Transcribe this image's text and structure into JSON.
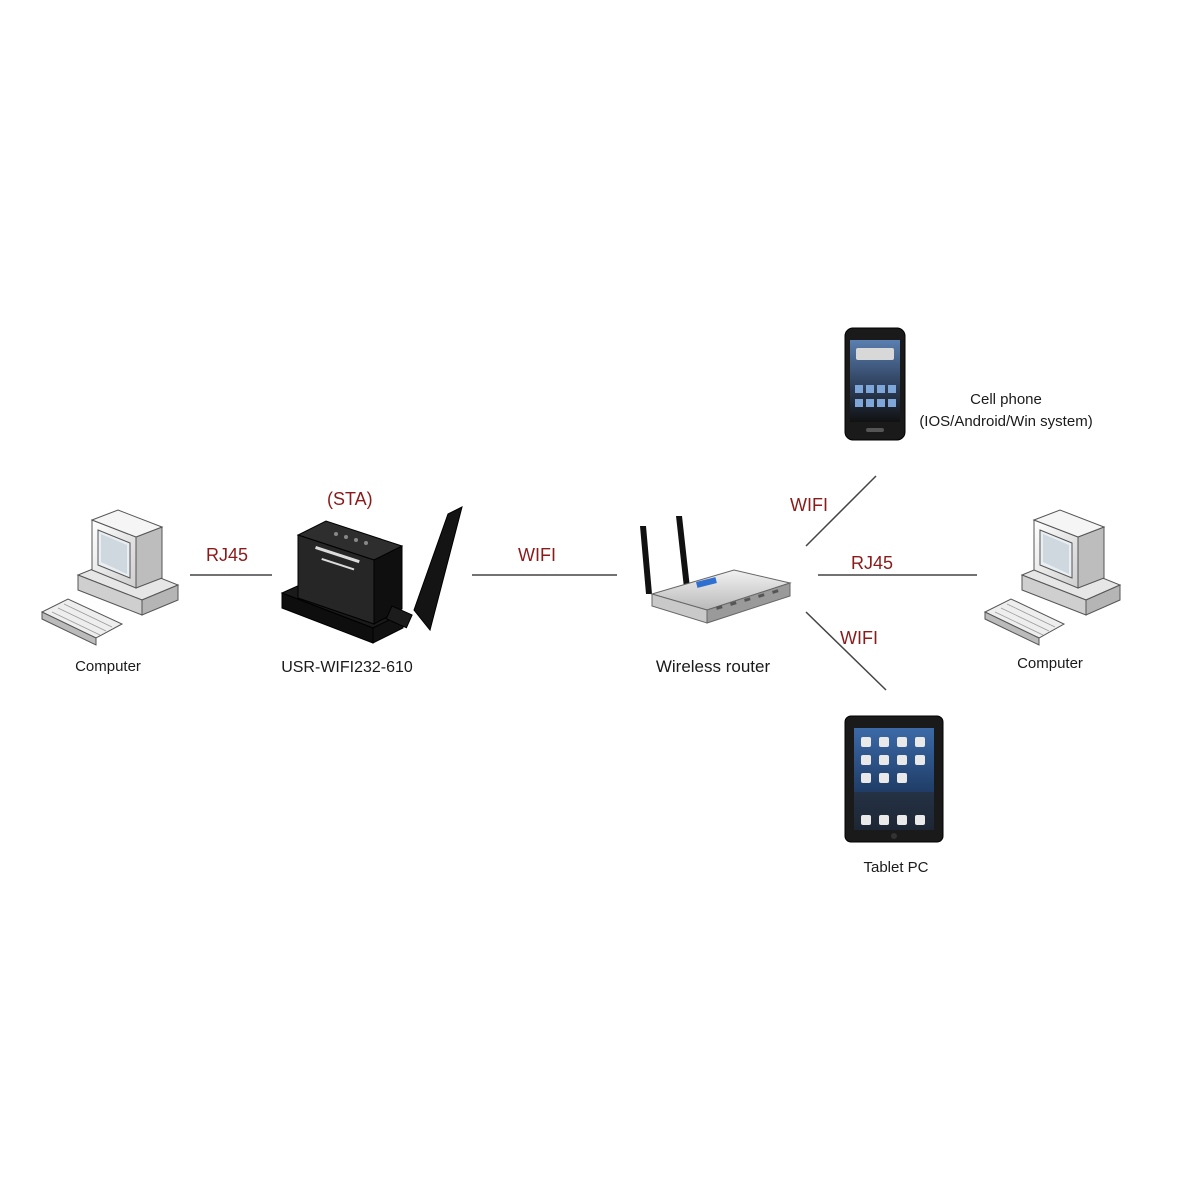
{
  "colors": {
    "link_label": "#8b1a1a",
    "line": "#444444",
    "text": "#1a1a1a"
  },
  "nodes": {
    "computer_left": {
      "label": "Computer"
    },
    "server_device": {
      "label": "USR-WIFI232-610",
      "mode": "(STA)"
    },
    "router": {
      "label": "Wireless router"
    },
    "cell_phone": {
      "label_line1": "Cell phone",
      "label_line2": "(IOS/Android/Win system)"
    },
    "computer_right": {
      "label": "Computer"
    },
    "tablet": {
      "label": "Tablet PC"
    }
  },
  "links": {
    "pc_to_server": "RJ45",
    "server_to_router": "WIFI",
    "router_to_phone": "WIFI",
    "router_to_pc": "RJ45",
    "router_to_tablet": "WIFI"
  }
}
